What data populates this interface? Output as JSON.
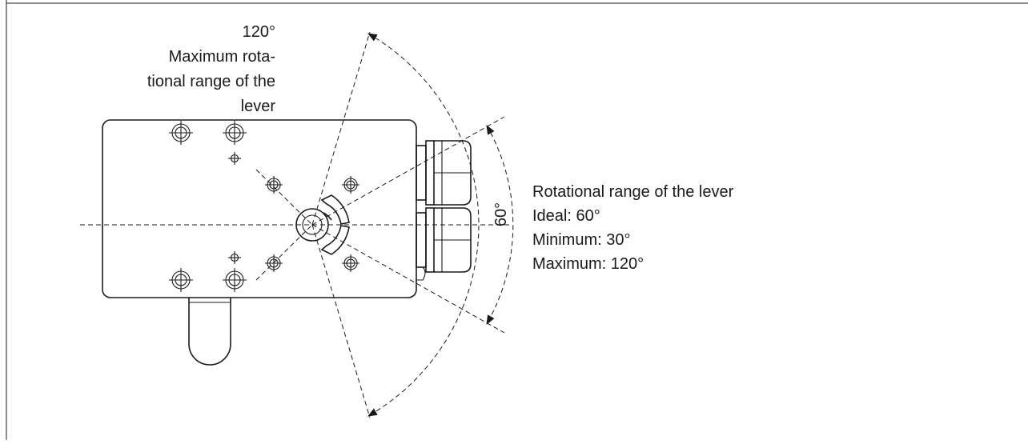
{
  "max_range": {
    "angle": "120°",
    "line1": "Maximum rota-",
    "line2": "tional range of the",
    "line3": "lever"
  },
  "ideal_angle_label": "60°",
  "rotational_range": {
    "title": "Rotational range of the lever",
    "ideal": "Ideal: 60°",
    "minimum": "Minimum: 30°",
    "maximum": "Maximum: 120°"
  }
}
